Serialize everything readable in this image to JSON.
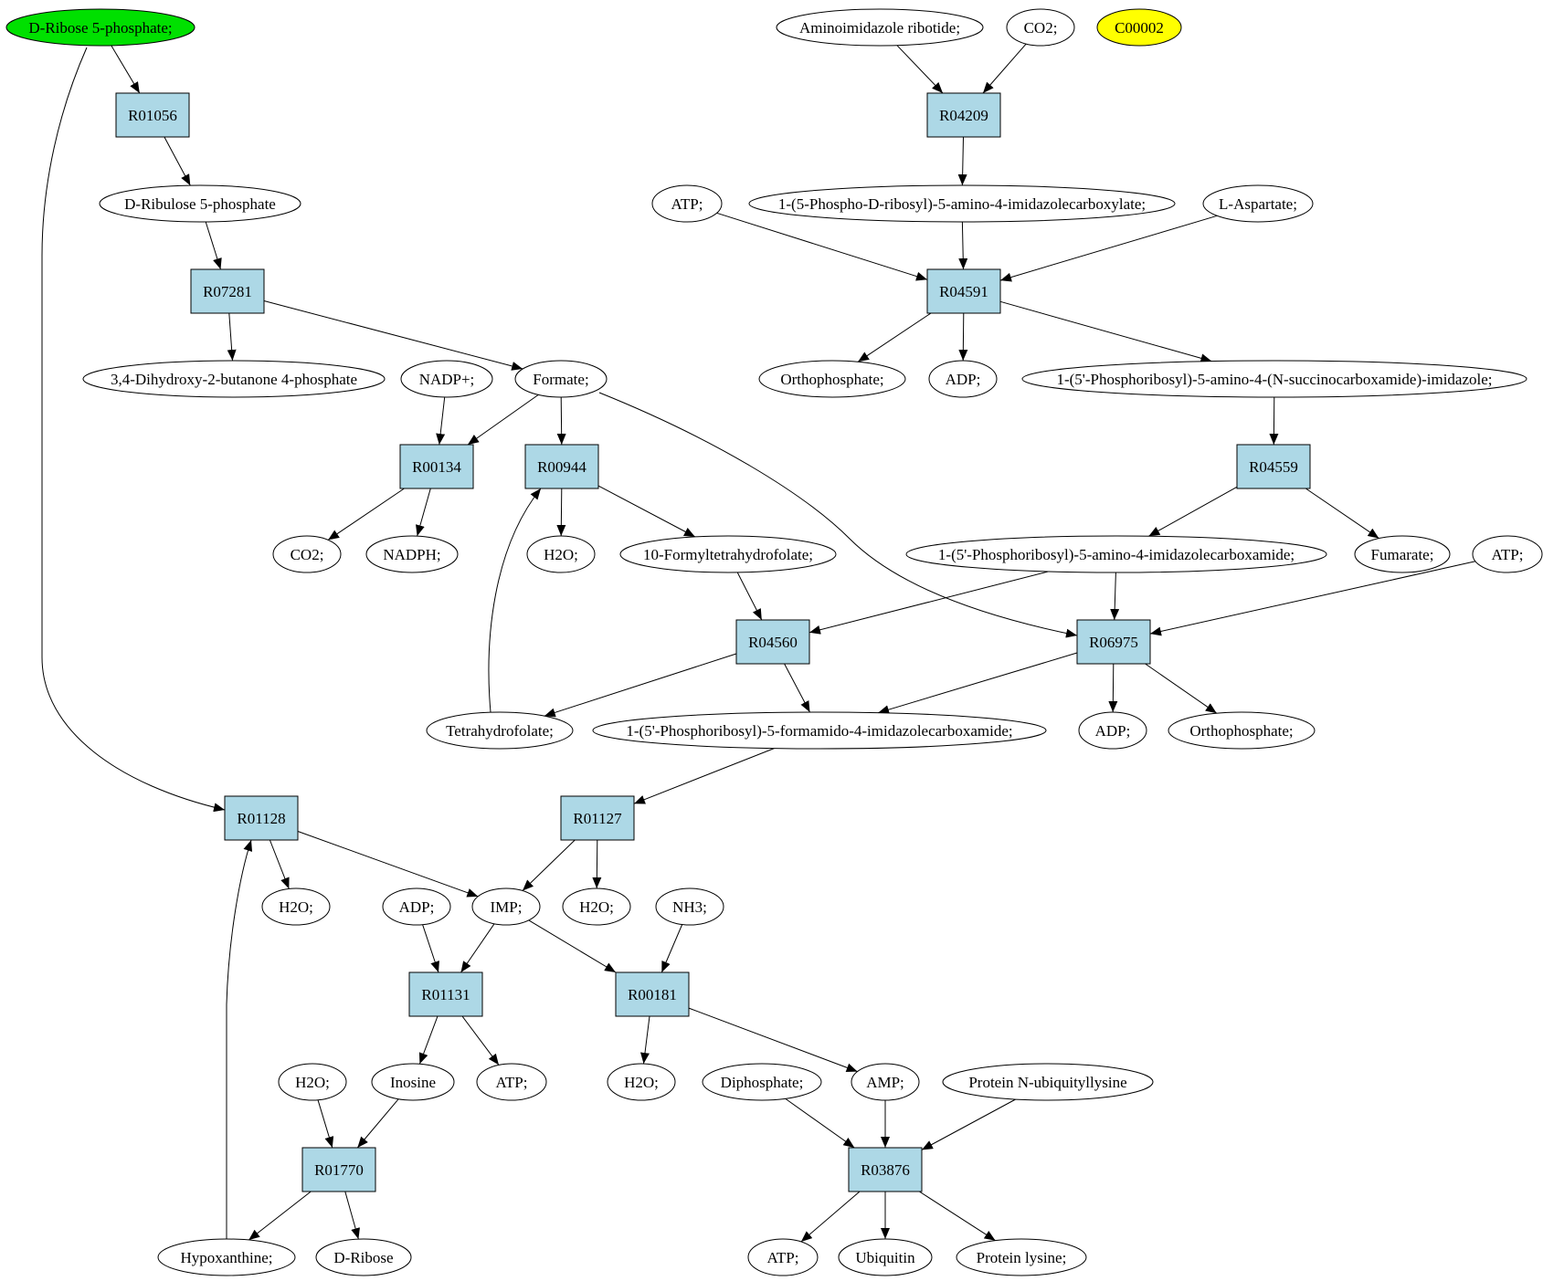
{
  "colors": {
    "source_fill": "#00e000",
    "target_fill": "#ffff00",
    "reaction_fill": "#add8e6"
  },
  "compounds": [
    {
      "id": "c_ribose5p",
      "label": "D-Ribose 5-phosphate;",
      "style": "source"
    },
    {
      "id": "c_air",
      "label": "Aminoimidazole ribotide;"
    },
    {
      "id": "c_co2_top",
      "label": "CO2;"
    },
    {
      "id": "c_c00002",
      "label": "C00002",
      "style": "target"
    },
    {
      "id": "c_ribulose5p",
      "label": "D-Ribulose 5-phosphate"
    },
    {
      "id": "c_atp_r04591",
      "label": "ATP;"
    },
    {
      "id": "c_cair",
      "label": "1-(5-Phospho-D-ribosyl)-5-amino-4-imidazolecarboxylate;"
    },
    {
      "id": "c_laspartate",
      "label": "L-Aspartate;"
    },
    {
      "id": "c_dhbp",
      "label": "3,4-Dihydroxy-2-butanone 4-phosphate"
    },
    {
      "id": "c_nadpplus",
      "label": "NADP+;"
    },
    {
      "id": "c_formate",
      "label": "Formate;"
    },
    {
      "id": "c_pi_r04591",
      "label": "Orthophosphate;"
    },
    {
      "id": "c_adp_r04591",
      "label": "ADP;"
    },
    {
      "id": "c_saicar",
      "label": "1-(5'-Phosphoribosyl)-5-amino-4-(N-succinocarboxamide)-imidazole;"
    },
    {
      "id": "c_co2_mid",
      "label": "CO2;"
    },
    {
      "id": "c_nadph",
      "label": "NADPH;"
    },
    {
      "id": "c_h2o_r00944",
      "label": "H2O;"
    },
    {
      "id": "c_10fthf",
      "label": "10-Formyltetrahydrofolate;"
    },
    {
      "id": "c_aicar",
      "label": "1-(5'-Phosphoribosyl)-5-amino-4-imidazolecarboxamide;"
    },
    {
      "id": "c_fumarate",
      "label": "Fumarate;"
    },
    {
      "id": "c_atp_r06975",
      "label": "ATP;"
    },
    {
      "id": "c_thf",
      "label": "Tetrahydrofolate;"
    },
    {
      "id": "c_faicar",
      "label": "1-(5'-Phosphoribosyl)-5-formamido-4-imidazolecarboxamide;"
    },
    {
      "id": "c_adp_r06975",
      "label": "ADP;"
    },
    {
      "id": "c_pi_r06975",
      "label": "Orthophosphate;"
    },
    {
      "id": "c_h2o_r01128",
      "label": "H2O;"
    },
    {
      "id": "c_adp_r01131",
      "label": "ADP;"
    },
    {
      "id": "c_imp",
      "label": "IMP;"
    },
    {
      "id": "c_h2o_r01127",
      "label": "H2O;"
    },
    {
      "id": "c_nh3",
      "label": "NH3;"
    },
    {
      "id": "c_h2o_r01770",
      "label": "H2O;"
    },
    {
      "id": "c_inosine",
      "label": "Inosine"
    },
    {
      "id": "c_atp_r01131",
      "label": "ATP;"
    },
    {
      "id": "c_h2o_r00181",
      "label": "H2O;"
    },
    {
      "id": "c_diphosphate",
      "label": "Diphosphate;"
    },
    {
      "id": "c_amp",
      "label": "AMP;"
    },
    {
      "id": "c_protubiq",
      "label": "Protein N-ubiquityllysine"
    },
    {
      "id": "c_hypoxanthine",
      "label": "Hypoxanthine;"
    },
    {
      "id": "c_dribose",
      "label": "D-Ribose"
    },
    {
      "id": "c_atp_r03876",
      "label": "ATP;"
    },
    {
      "id": "c_ubiquitin",
      "label": "Ubiquitin"
    },
    {
      "id": "c_protlys",
      "label": "Protein lysine;"
    }
  ],
  "reactions": [
    {
      "id": "R01056",
      "label": "R01056"
    },
    {
      "id": "R04209",
      "label": "R04209"
    },
    {
      "id": "R07281",
      "label": "R07281"
    },
    {
      "id": "R04591",
      "label": "R04591"
    },
    {
      "id": "R00134",
      "label": "R00134"
    },
    {
      "id": "R00944",
      "label": "R00944"
    },
    {
      "id": "R04559",
      "label": "R04559"
    },
    {
      "id": "R04560",
      "label": "R04560"
    },
    {
      "id": "R06975",
      "label": "R06975"
    },
    {
      "id": "R01128",
      "label": "R01128"
    },
    {
      "id": "R01127",
      "label": "R01127"
    },
    {
      "id": "R01131",
      "label": "R01131"
    },
    {
      "id": "R00181",
      "label": "R00181"
    },
    {
      "id": "R01770",
      "label": "R01770"
    },
    {
      "id": "R03876",
      "label": "R03876"
    }
  ],
  "edges": [
    {
      "from": "c_ribose5p",
      "to": "R01056"
    },
    {
      "from": "c_ribose5p",
      "to": "R01128"
    },
    {
      "from": "R01056",
      "to": "c_ribulose5p"
    },
    {
      "from": "c_ribulose5p",
      "to": "R07281"
    },
    {
      "from": "R07281",
      "to": "c_dhbp"
    },
    {
      "from": "R07281",
      "to": "c_formate"
    },
    {
      "from": "c_air",
      "to": "R04209"
    },
    {
      "from": "c_co2_top",
      "to": "R04209"
    },
    {
      "from": "R04209",
      "to": "c_cair"
    },
    {
      "from": "c_atp_r04591",
      "to": "R04591"
    },
    {
      "from": "c_cair",
      "to": "R04591"
    },
    {
      "from": "c_laspartate",
      "to": "R04591"
    },
    {
      "from": "R04591",
      "to": "c_pi_r04591"
    },
    {
      "from": "R04591",
      "to": "c_adp_r04591"
    },
    {
      "from": "R04591",
      "to": "c_saicar"
    },
    {
      "from": "c_saicar",
      "to": "R04559"
    },
    {
      "from": "R04559",
      "to": "c_aicar"
    },
    {
      "from": "R04559",
      "to": "c_fumarate"
    },
    {
      "from": "c_nadpplus",
      "to": "R00134"
    },
    {
      "from": "c_formate",
      "to": "R00134"
    },
    {
      "from": "c_formate",
      "to": "R00944"
    },
    {
      "from": "c_formate",
      "to": "R06975"
    },
    {
      "from": "R00134",
      "to": "c_co2_mid"
    },
    {
      "from": "R00134",
      "to": "c_nadph"
    },
    {
      "from": "R00944",
      "to": "c_h2o_r00944"
    },
    {
      "from": "R00944",
      "to": "c_10fthf"
    },
    {
      "from": "c_thf",
      "to": "R00944"
    },
    {
      "from": "c_10fthf",
      "to": "R04560"
    },
    {
      "from": "c_aicar",
      "to": "R04560"
    },
    {
      "from": "c_aicar",
      "to": "R06975"
    },
    {
      "from": "c_atp_r06975",
      "to": "R06975"
    },
    {
      "from": "R04560",
      "to": "c_thf"
    },
    {
      "from": "R04560",
      "to": "c_faicar"
    },
    {
      "from": "R06975",
      "to": "c_faicar"
    },
    {
      "from": "R06975",
      "to": "c_adp_r06975"
    },
    {
      "from": "R06975",
      "to": "c_pi_r06975"
    },
    {
      "from": "c_faicar",
      "to": "R01127"
    },
    {
      "from": "R01127",
      "to": "c_imp"
    },
    {
      "from": "R01127",
      "to": "c_h2o_r01127"
    },
    {
      "from": "R01128",
      "to": "c_h2o_r01128"
    },
    {
      "from": "R01128",
      "to": "c_imp"
    },
    {
      "from": "c_hypoxanthine",
      "to": "R01128"
    },
    {
      "from": "c_adp_r01131",
      "to": "R01131"
    },
    {
      "from": "c_imp",
      "to": "R01131"
    },
    {
      "from": "c_imp",
      "to": "R00181"
    },
    {
      "from": "c_nh3",
      "to": "R00181"
    },
    {
      "from": "R01131",
      "to": "c_inosine"
    },
    {
      "from": "R01131",
      "to": "c_atp_r01131"
    },
    {
      "from": "R00181",
      "to": "c_h2o_r00181"
    },
    {
      "from": "R00181",
      "to": "c_amp"
    },
    {
      "from": "c_h2o_r01770",
      "to": "R01770"
    },
    {
      "from": "c_inosine",
      "to": "R01770"
    },
    {
      "from": "R01770",
      "to": "c_hypoxanthine"
    },
    {
      "from": "R01770",
      "to": "c_dribose"
    },
    {
      "from": "c_diphosphate",
      "to": "R03876"
    },
    {
      "from": "c_amp",
      "to": "R03876"
    },
    {
      "from": "c_protubiq",
      "to": "R03876"
    },
    {
      "from": "R03876",
      "to": "c_atp_r03876"
    },
    {
      "from": "R03876",
      "to": "c_ubiquitin"
    },
    {
      "from": "R03876",
      "to": "c_protlys"
    }
  ]
}
